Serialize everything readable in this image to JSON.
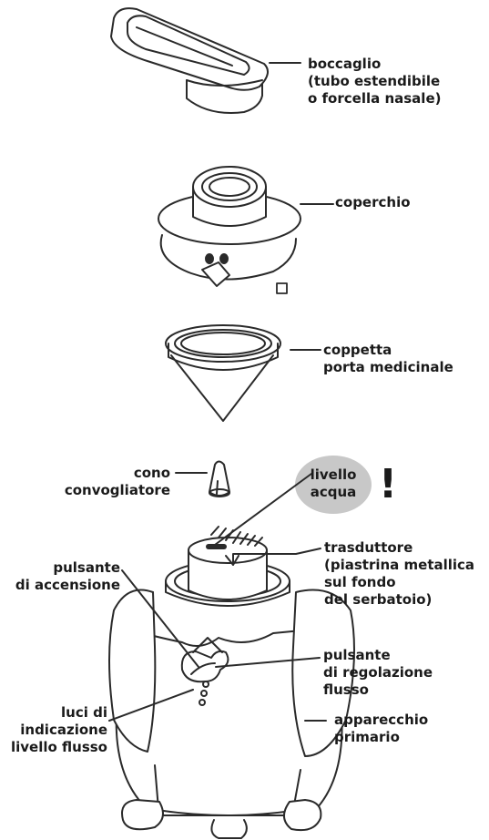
{
  "labels": {
    "boccaglio": [
      "boccaglio",
      "(tubo estendibile",
      "o forcella nasale)"
    ],
    "coperchio": [
      "coperchio"
    ],
    "coppetta": [
      "coppetta",
      "porta medicinale"
    ],
    "cono": [
      "cono",
      "convogliatore"
    ],
    "livello_acqua": [
      "livello",
      "acqua"
    ],
    "warning": "!",
    "trasduttore": [
      "trasduttore",
      "(piastrina metallica",
      "sul fondo",
      "del serbatoio)"
    ],
    "pulsante_accensione": [
      "pulsante",
      "di accensione"
    ],
    "pulsante_regolazione": [
      "pulsante",
      "di regolazione",
      "flusso"
    ],
    "luci": [
      "luci di",
      "indicazione",
      "livello flusso"
    ],
    "apparecchio": [
      "apparecchio",
      "primario"
    ]
  },
  "colors": {
    "line": "#2a2a2a",
    "bubble": "#c8c8c8",
    "fill": "#ffffff"
  }
}
